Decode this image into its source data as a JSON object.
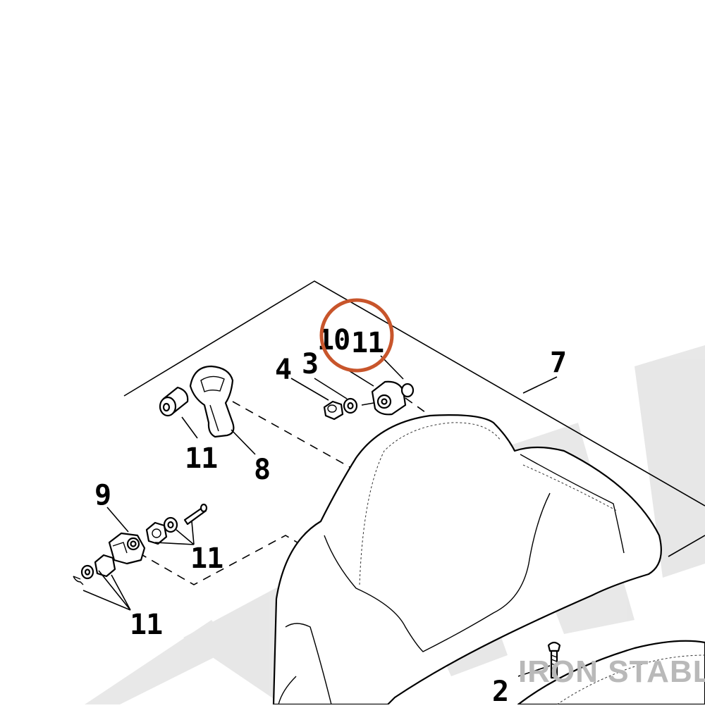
{
  "colors": {
    "line": "#000000",
    "highlight_circle": "#c8552b",
    "watermark": "#b9b9b9",
    "background": "#ffffff"
  },
  "callouts": {
    "label_7": "7",
    "label_10": "10",
    "label_11_top": "11",
    "label_4": "4",
    "label_3": "3",
    "label_11_bushing": "11",
    "label_8": "8",
    "label_9": "9",
    "label_11_lower_right": "11",
    "label_11_lower_left": "11",
    "label_2": "2"
  },
  "watermark": {
    "brand": "IRON STABLE"
  }
}
